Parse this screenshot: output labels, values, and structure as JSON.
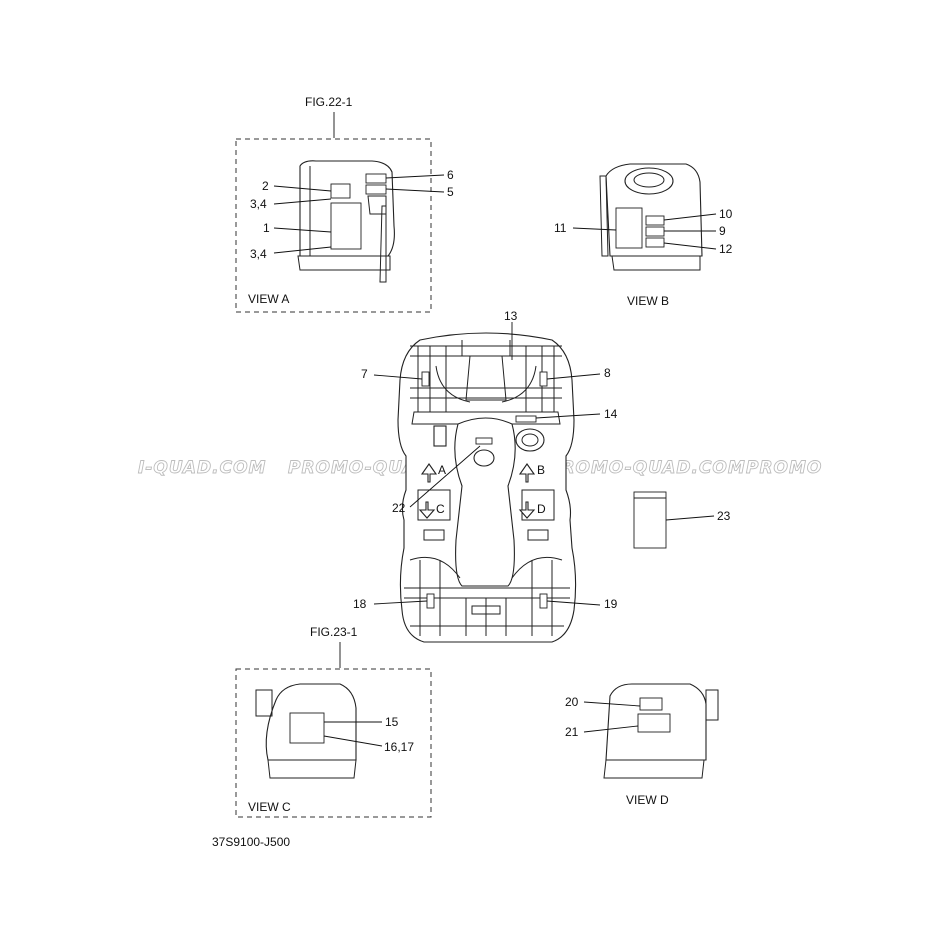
{
  "figures": {
    "fig_a": "FIG.22-1",
    "fig_c": "FIG.23-1"
  },
  "views": {
    "a": "VIEW A",
    "b": "VIEW B",
    "c": "VIEW C",
    "d": "VIEW D"
  },
  "callouts": {
    "c1": "1",
    "c2": "2",
    "c34a": "3,4",
    "c34b": "3,4",
    "c5": "5",
    "c6": "6",
    "c7": "7",
    "c8": "8",
    "c9": "9",
    "c10": "10",
    "c11": "11",
    "c12": "12",
    "c13": "13",
    "c14": "14",
    "c15": "15",
    "c1617": "16,17",
    "c18": "18",
    "c19": "19",
    "c20": "20",
    "c21": "21",
    "c22": "22",
    "c23": "23"
  },
  "view_markers": {
    "a": "A",
    "b": "B",
    "c": "C",
    "d": "D"
  },
  "watermark": {
    "left": "I-QUAD.COM",
    "center": "PROMO-QUAD.COM",
    "right_center": "PROMO-QUAD.COM",
    "right": "PROMO"
  },
  "part_code": "37S9100-J500"
}
